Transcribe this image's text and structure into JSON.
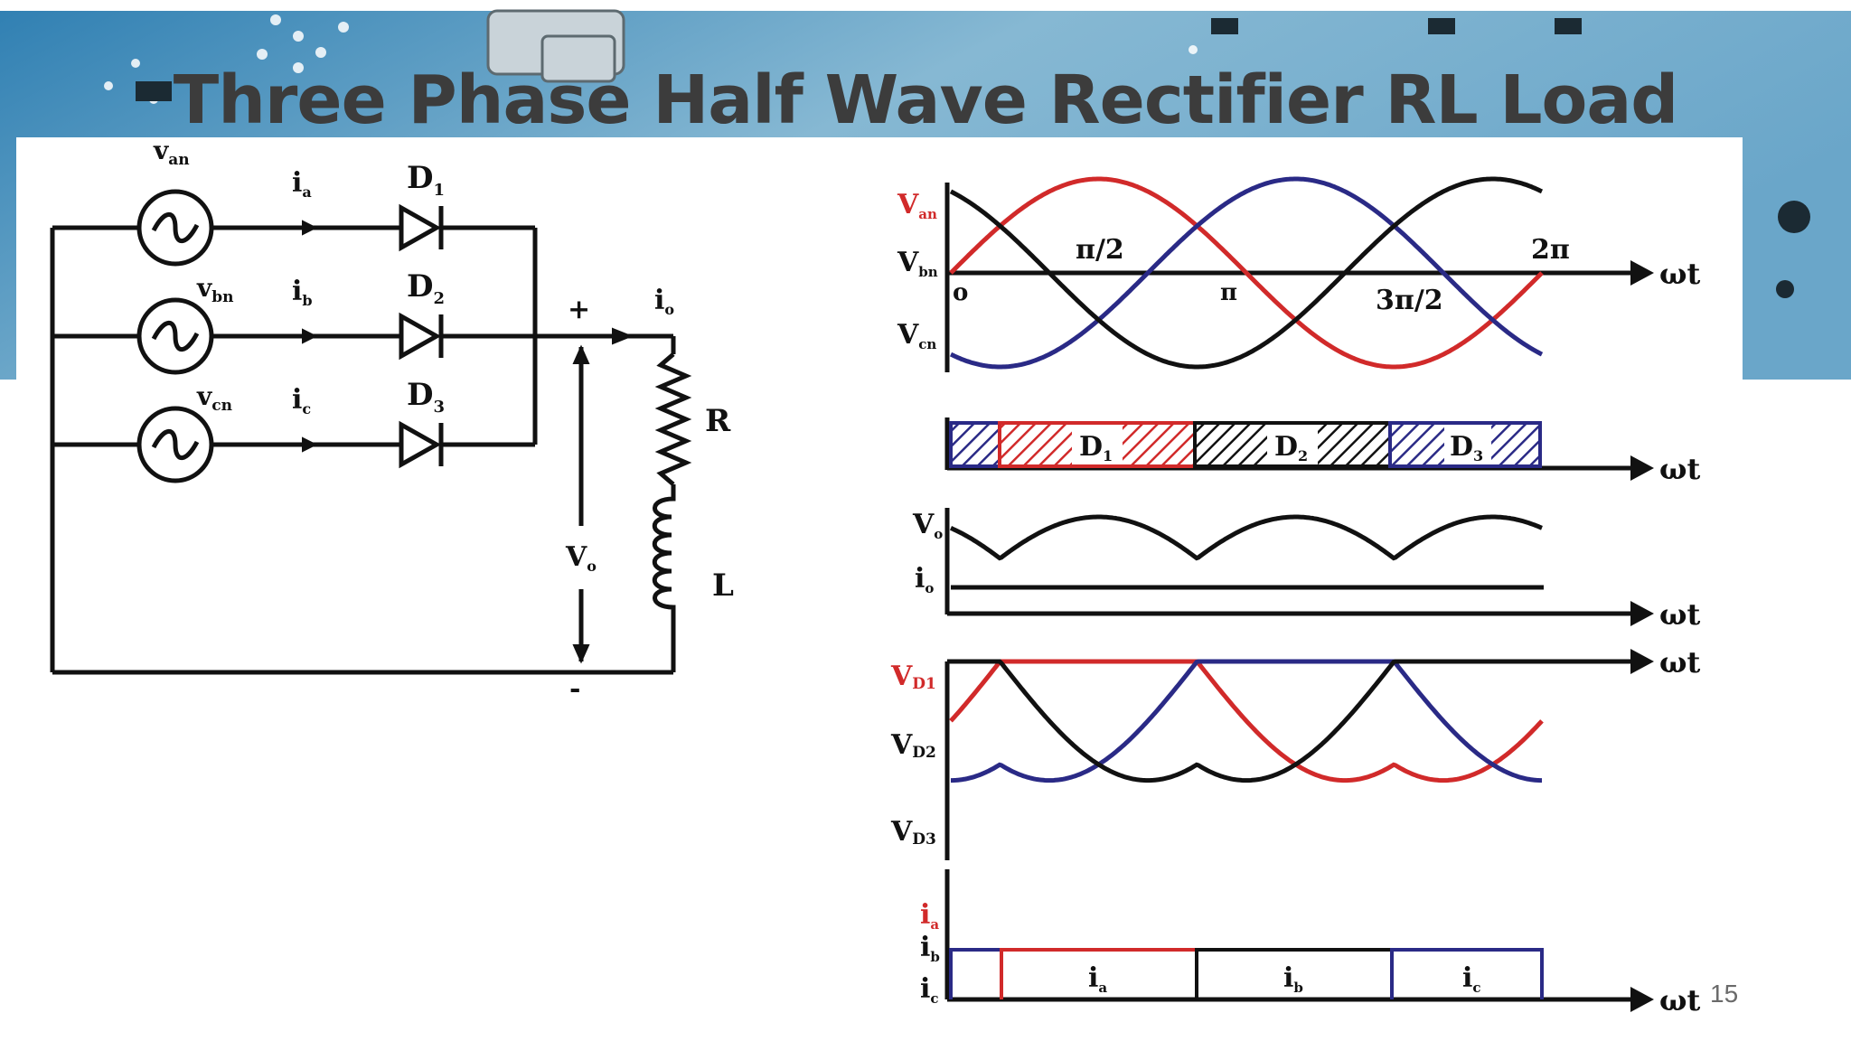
{
  "slide": {
    "title": "Three Phase Half Wave Rectifier RL Load",
    "page_number": "15"
  },
  "circuit": {
    "sources": [
      "v",
      "v",
      "v"
    ],
    "source_subs": [
      "an",
      "bn",
      "cn"
    ],
    "phase_currents": [
      "i",
      "i",
      "i"
    ],
    "phase_current_subs": [
      "a",
      "b",
      "c"
    ],
    "diodes": [
      "D",
      "D",
      "D"
    ],
    "diode_subs": [
      "1",
      "2",
      "3"
    ],
    "output_current": "i",
    "output_current_sub": "o",
    "plus": "+",
    "minus": "-",
    "output_voltage": "V",
    "output_voltage_sub": "o",
    "resistor": "R",
    "inductor": "L"
  },
  "waveforms": {
    "axis_label": "ωt",
    "phase_labels": [
      "V",
      "V",
      "V"
    ],
    "phase_subs": [
      "an",
      "bn",
      "cn"
    ],
    "angles": [
      "o",
      "π/2",
      "π",
      "3π/2",
      "2π"
    ],
    "conduction": [
      "D",
      "D",
      "D"
    ],
    "conduction_subs": [
      "1",
      "2",
      "3"
    ],
    "vo": "V",
    "vo_sub": "o",
    "io": "i",
    "io_sub": "o",
    "diode_voltages": [
      "V",
      "V",
      "V"
    ],
    "diode_voltage_subs": [
      "D1",
      "D2",
      "D3"
    ],
    "currents": [
      "i",
      "i",
      "i"
    ],
    "current_subs": [
      "a",
      "b",
      "c"
    ]
  },
  "colors": {
    "red": "#d12a2a",
    "blue": "#2a2a86",
    "black": "#111111",
    "title": "#3c3c3c"
  }
}
